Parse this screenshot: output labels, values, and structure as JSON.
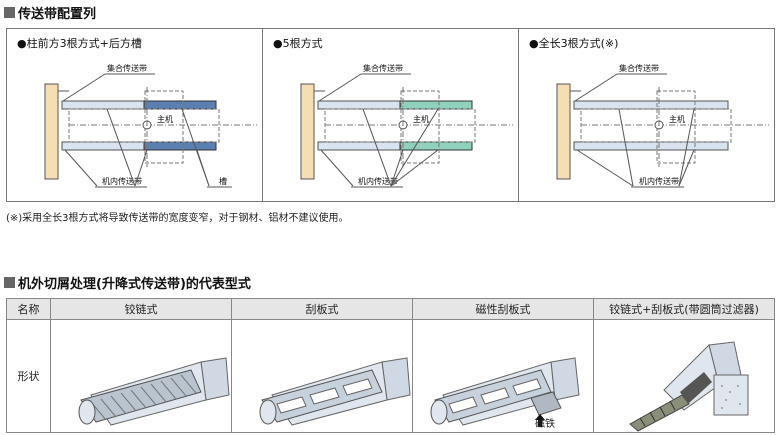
{
  "section1": {
    "title": "传送带配置列"
  },
  "panels": [
    {
      "label": "●柱前方3根方式+后方槽",
      "collect_label": "集合传送带",
      "main_label": "主机",
      "inner_label": "机内传送带",
      "trough_label": "槽"
    },
    {
      "label": "●5根方式",
      "collect_label": "集合传送带",
      "main_label": "主机",
      "inner_label": "机内传送带"
    },
    {
      "label": "●全长3根方式(※)",
      "collect_label": "集合传送带",
      "main_label": "主机",
      "inner_label": "机内传送带"
    }
  ],
  "note": "(※)采用全长3根方式将导致传送带的宽度变窄，对于钢材、铝材不建议使用。",
  "section2": {
    "title": "机外切屑处理(升降式传送带)的代表型式"
  },
  "table": {
    "headers": [
      "名称",
      "铰链式",
      "刮板式",
      "磁性刮板式",
      "铰链式+刮板式(带圆筒过滤器)"
    ],
    "row_label": "形状",
    "magnet_label": "磁铁"
  },
  "colors": {
    "column": "#f5deb3",
    "belt_blue": "#5b7fb0",
    "belt_green": "#8fd1bd",
    "belt_light": "#d8e3ef",
    "header_bg": "#e6e6e6"
  }
}
